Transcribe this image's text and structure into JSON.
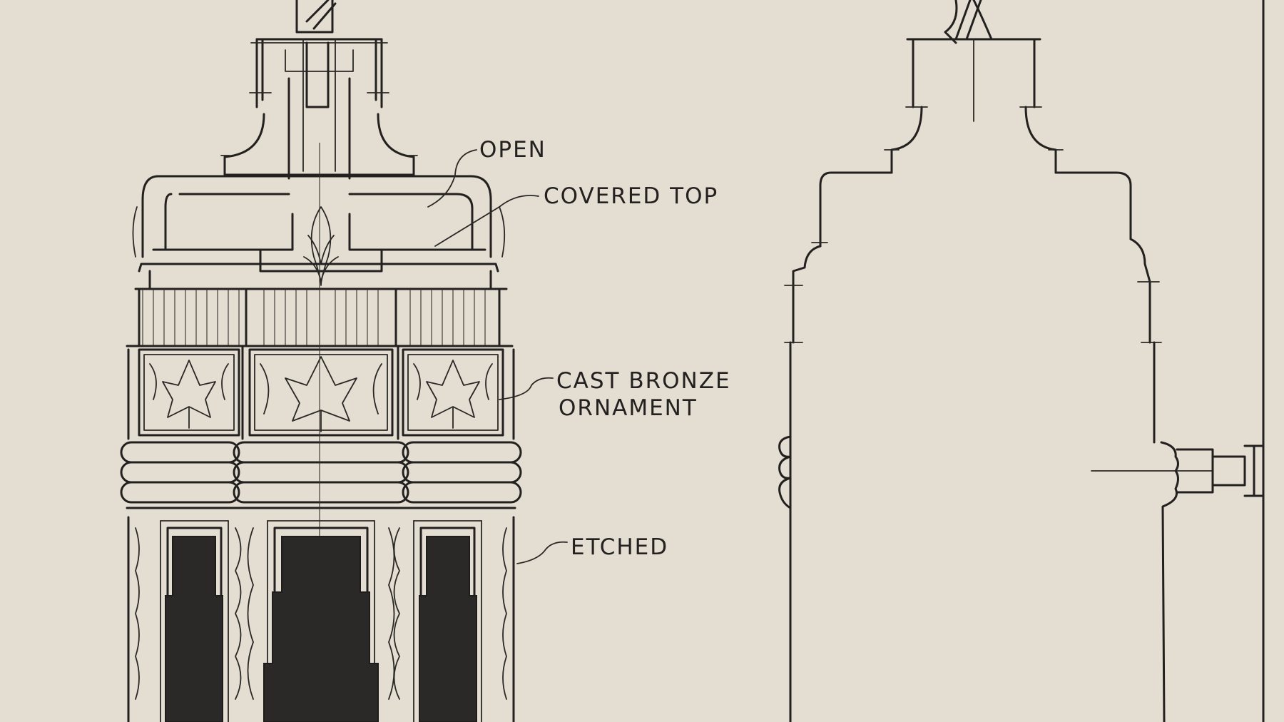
{
  "drawing": {
    "ink_color": "#232120",
    "paper_color": "#e4ddd1",
    "labels": {
      "open": "OPEN",
      "covered_top": "COVERED TOP",
      "cast_bronze_line1": "CAST BRONZE",
      "cast_bronze_line2": "ORNAMENT",
      "etched": "ETCHED"
    }
  }
}
